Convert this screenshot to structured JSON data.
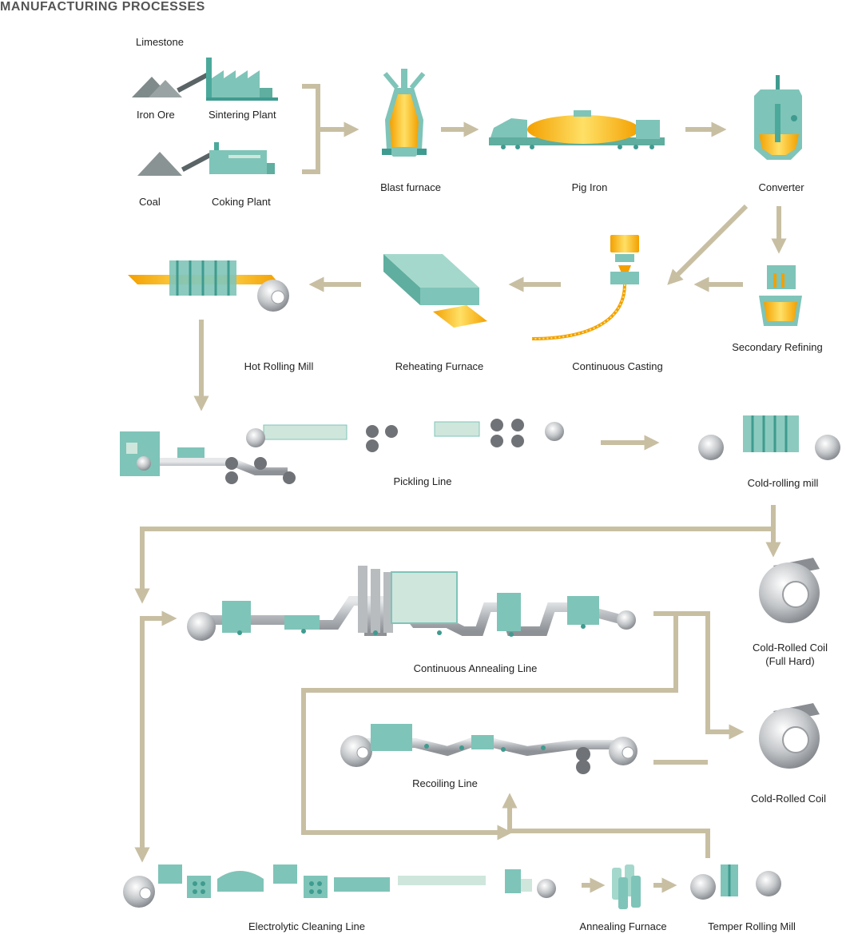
{
  "heading": "MANUFACTURING PROCESSES",
  "colors": {
    "arrow": "#c8bfa3",
    "machine": "#7fc4b8",
    "machine_dark": "#3f9b8f",
    "machine_light": "#cfe6dc",
    "hot": "#f5b400",
    "hot_light": "#ffd84d",
    "steel": "#b9bcbf",
    "roller": "#6f7276"
  },
  "labels": {
    "limestone": "Limestone",
    "iron_ore": "Iron Ore",
    "sintering_plant": "Sintering Plant",
    "coal": "Coal",
    "coking_plant": "Coking Plant",
    "blast_furnace": "Blast furnace",
    "pig_iron": "Pig Iron",
    "converter": "Converter",
    "hot_rolling_mill": "Hot Rolling Mill",
    "reheating_furnace": "Reheating Furnace",
    "continuous_casting": "Continuous Casting",
    "secondary_refining": "Secondary Refining",
    "pickling_line": "Pickling Line",
    "cold_rolling_mill": "Cold-rolling mill",
    "continuous_annealing_line": "Continuous Annealing Line",
    "cold_rolled_coil_full_hard_1": "Cold-Rolled Coil",
    "cold_rolled_coil_full_hard_2": "(Full Hard)",
    "recoiling_line": "Recoiling Line",
    "cold_rolled_coil": "Cold-Rolled Coil",
    "electrolytic_cleaning_line": "Electrolytic Cleaning Line",
    "annealing_furnace": "Annealing Furnace",
    "temper_rolling_mill": "Temper Rolling Mill"
  }
}
